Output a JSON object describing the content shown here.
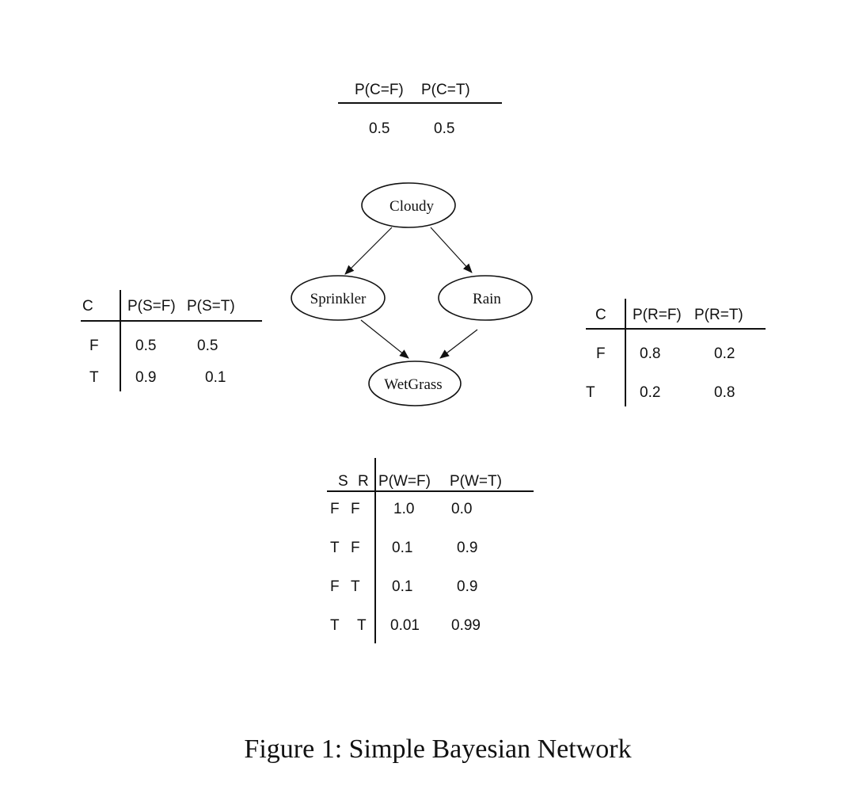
{
  "network": {
    "nodes": {
      "cloudy": "Cloudy",
      "sprinkler": "Sprinkler",
      "rain": "Rain",
      "wetgrass": "WetGrass"
    },
    "edges": [
      [
        "Cloudy",
        "Sprinkler"
      ],
      [
        "Cloudy",
        "Rain"
      ],
      [
        "Sprinkler",
        "WetGrass"
      ],
      [
        "Rain",
        "WetGrass"
      ]
    ]
  },
  "cpt_cloudy": {
    "headers": [
      "P(C=F)",
      "P(C=T)"
    ],
    "values": [
      "0.5",
      "0.5"
    ]
  },
  "cpt_sprinkler": {
    "cond_header": "C",
    "headers": [
      "P(S=F)",
      "P(S=T)"
    ],
    "rows": [
      {
        "cond": "F",
        "values": [
          "0.5",
          "0.5"
        ]
      },
      {
        "cond": "T",
        "values": [
          "0.9",
          "0.1"
        ]
      }
    ]
  },
  "cpt_rain": {
    "cond_header": "C",
    "headers": [
      "P(R=F)",
      "P(R=T)"
    ],
    "rows": [
      {
        "cond": "F",
        "values": [
          "0.8",
          "0.2"
        ]
      },
      {
        "cond": "T",
        "values": [
          "0.2",
          "0.8"
        ]
      }
    ]
  },
  "cpt_wetgrass": {
    "cond_headers": [
      "S",
      "R"
    ],
    "headers": [
      "P(W=F)",
      "P(W=T)"
    ],
    "rows": [
      {
        "cond": [
          "F",
          "F"
        ],
        "values": [
          "1.0",
          "0.0"
        ]
      },
      {
        "cond": [
          "T",
          "F"
        ],
        "values": [
          "0.1",
          "0.9"
        ]
      },
      {
        "cond": [
          "F",
          "T"
        ],
        "values": [
          "0.1",
          "0.9"
        ]
      },
      {
        "cond": [
          "T",
          "T"
        ],
        "values": [
          "0.01",
          "0.99"
        ]
      }
    ]
  },
  "caption": "Figure 1: Simple Bayesian Network"
}
